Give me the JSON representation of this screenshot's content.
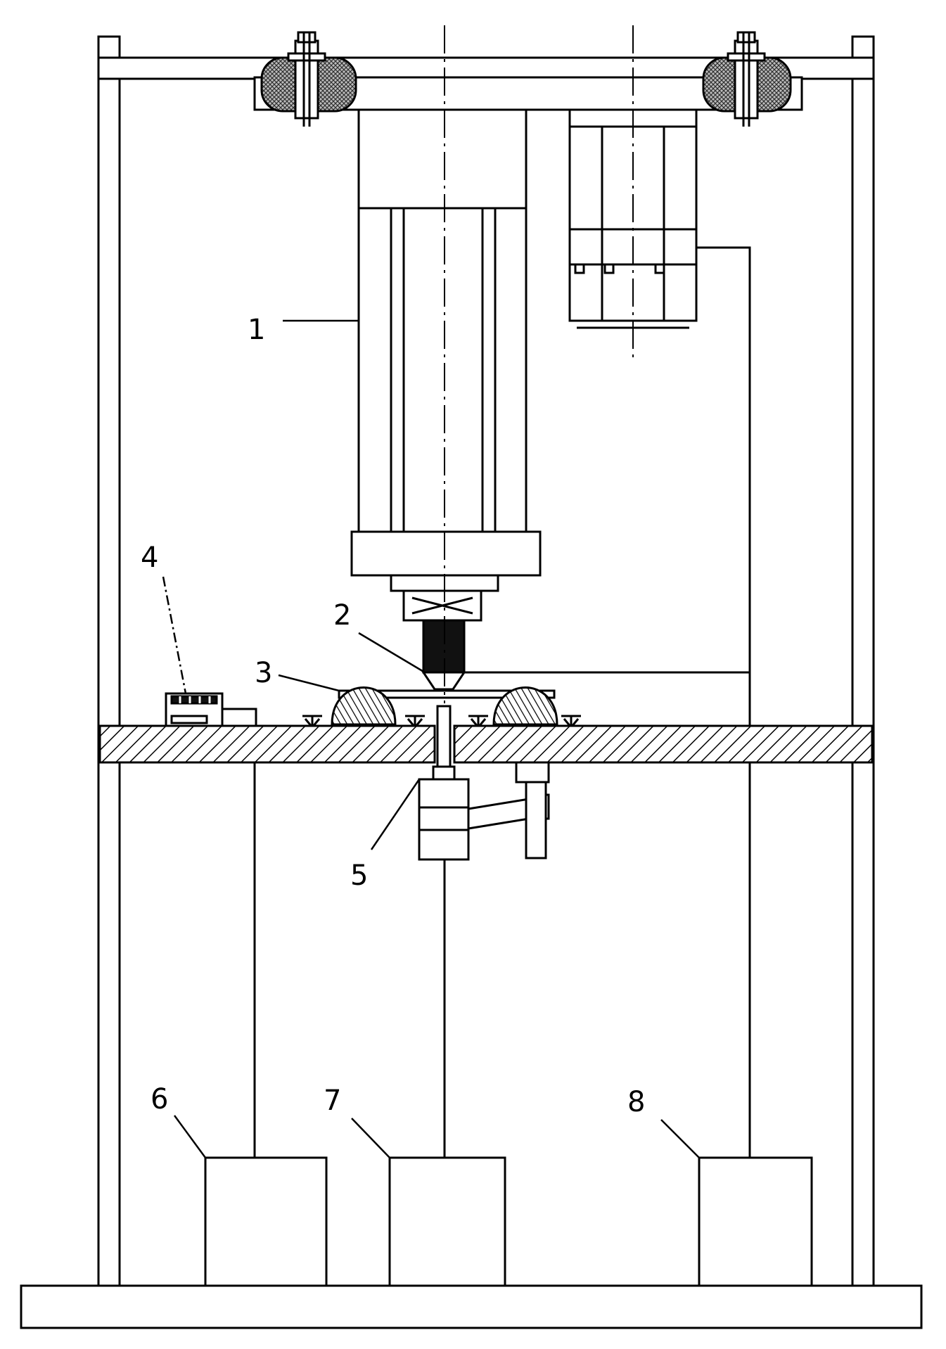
{
  "diagram": {
    "ink": "#000000",
    "paper": "#ffffff",
    "hatch_color": "#000000",
    "labels": {
      "one": "1",
      "two": "2",
      "three": "3",
      "four": "4",
      "five": "5",
      "six": "6",
      "seven": "7",
      "eight": "8"
    }
  }
}
